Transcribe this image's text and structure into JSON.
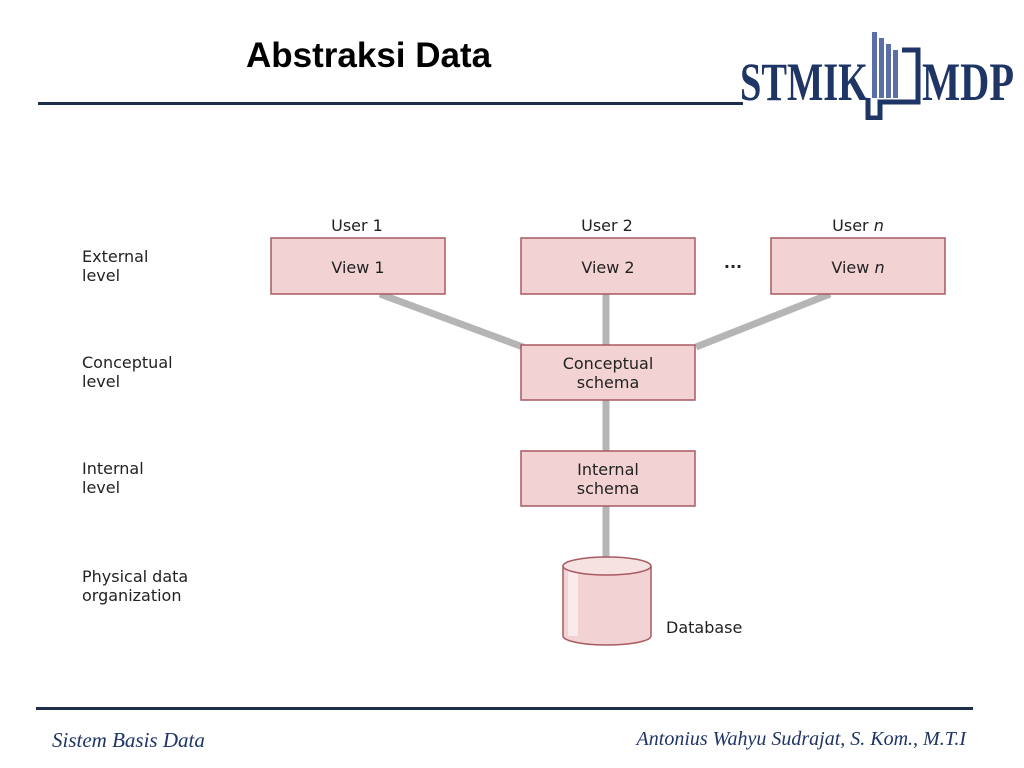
{
  "slide": {
    "title": "Abstraksi Data",
    "logo": {
      "left": "STMIK",
      "right": "MDP",
      "color": "#1f3566",
      "accent": "#5a6fa8"
    }
  },
  "levels": {
    "external_line1": "External",
    "external_line2": "level",
    "conceptual_line1": "Conceptual",
    "conceptual_line2": "level",
    "internal_line1": "Internal",
    "internal_line2": "level",
    "physical_line1": "Physical data",
    "physical_line2": "organization"
  },
  "users": {
    "user1": "User 1",
    "user2": "User 2",
    "usern_prefix": "User ",
    "usern_italic": "n"
  },
  "views": {
    "view1": "View 1",
    "view2": "View 2",
    "viewn_prefix": "View ",
    "viewn_italic": "n",
    "ellipsis": "..."
  },
  "schemas": {
    "conceptual_line1": "Conceptual",
    "conceptual_line2": "schema",
    "internal_line1": "Internal",
    "internal_line2": "schema"
  },
  "database": {
    "label": "Database"
  },
  "colors": {
    "box_fill": "#f2d2d2",
    "box_stroke": "#a85a62",
    "connector": "#b5b5b5",
    "rule": "#1c2e4a"
  },
  "footer": {
    "left": "Sistem Basis Data",
    "right": "Antonius Wahyu Sudrajat, S. Kom., M.T.I"
  }
}
